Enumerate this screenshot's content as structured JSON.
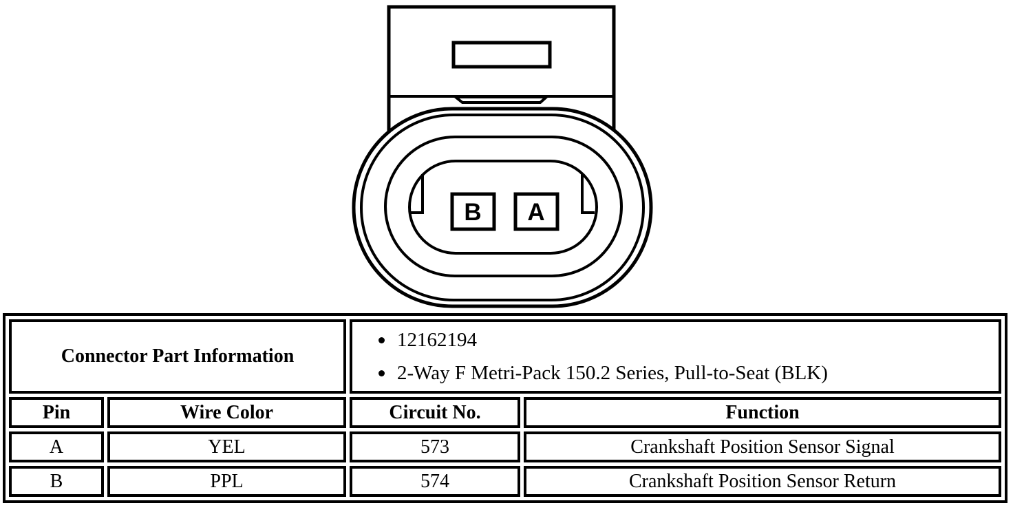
{
  "page": {
    "background_color": "#ffffff",
    "line_color": "#000000"
  },
  "diagram": {
    "description": "2-way oval connector face view with latch tab",
    "pin_labels": {
      "b": "B",
      "a": "A"
    }
  },
  "table": {
    "part_info": {
      "label": "Connector Part Information",
      "items": [
        "12162194",
        "2-Way F Metri-Pack 150.2 Series, Pull-to-Seat (BLK)"
      ]
    },
    "headers": [
      "Pin",
      "Wire Color",
      "Circuit No.",
      "Function"
    ],
    "rows": [
      {
        "pin": "A",
        "wire_color": "YEL",
        "circuit_no": "573",
        "function": "Crankshaft Position Sensor Signal"
      },
      {
        "pin": "B",
        "wire_color": "PPL",
        "circuit_no": "574",
        "function": "Crankshaft Position Sensor Return"
      }
    ]
  }
}
